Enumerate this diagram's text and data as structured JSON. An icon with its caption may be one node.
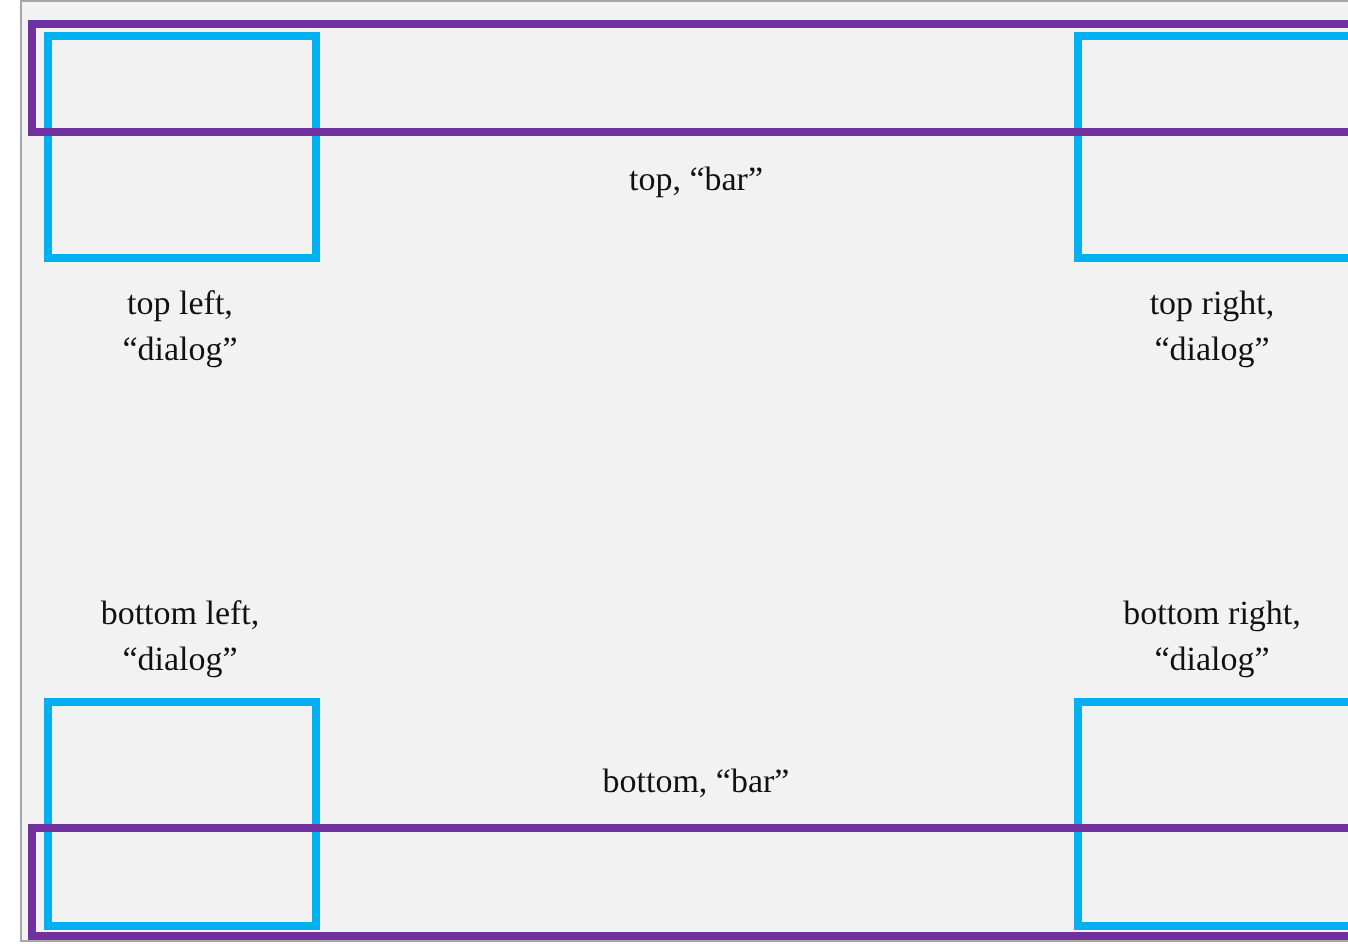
{
  "diagram": {
    "nodes": [
      {
        "text": [],
        "shape": "box",
        "beside": [
          "top, “bar”"
        ]
      },
      {
        "text": [],
        "shape": "box",
        "beside": [
          "top left, “dialog”"
        ]
      },
      {
        "text": [],
        "shape": "box",
        "beside": [
          "top right, “dialog”"
        ]
      },
      {
        "text": [],
        "shape": "box",
        "beside": [
          "bottom left, “dialog”"
        ]
      },
      {
        "text": [],
        "shape": "box",
        "beside": [
          "bottom right, “dialog”"
        ]
      },
      {
        "text": [],
        "shape": "box",
        "beside": [
          "bottom, “bar”"
        ]
      }
    ]
  }
}
